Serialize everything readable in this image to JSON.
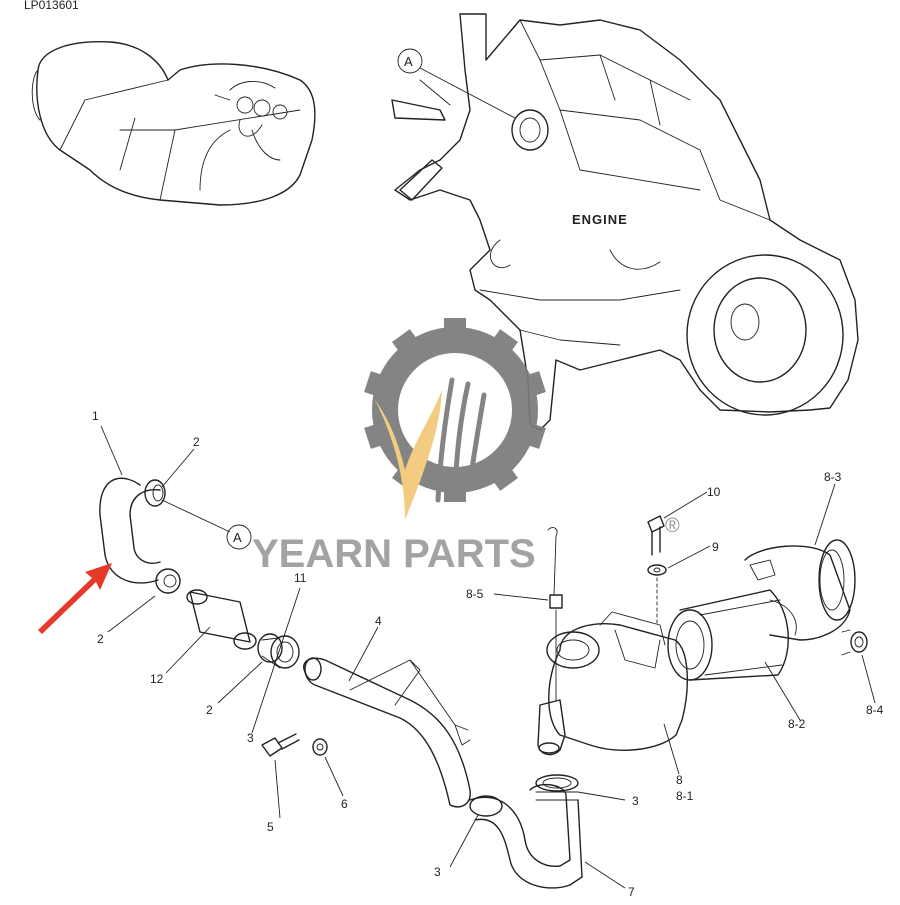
{
  "drawing_code": "LP013601",
  "engine_label": "ENGINE",
  "reference_marker": "A",
  "watermark": {
    "brand": "YEARN PARTS",
    "registered_mark": "®",
    "gear_color": "#7a7a7a",
    "leaf_color": "#f2c877"
  },
  "highlight_arrow_color": "#e5392a",
  "callouts": [
    {
      "id": "1",
      "label": "1"
    },
    {
      "id": "2a",
      "label": "2"
    },
    {
      "id": "2b",
      "label": "2"
    },
    {
      "id": "2c",
      "label": "2"
    },
    {
      "id": "3a",
      "label": "3"
    },
    {
      "id": "3b",
      "label": "3"
    },
    {
      "id": "3c",
      "label": "3"
    },
    {
      "id": "4",
      "label": "4"
    },
    {
      "id": "5",
      "label": "5"
    },
    {
      "id": "6",
      "label": "6"
    },
    {
      "id": "7",
      "label": "7"
    },
    {
      "id": "8",
      "label": "8"
    },
    {
      "id": "8-1",
      "label": "8-1"
    },
    {
      "id": "8-2",
      "label": "8-2"
    },
    {
      "id": "8-3",
      "label": "8-3"
    },
    {
      "id": "8-4",
      "label": "8-4"
    },
    {
      "id": "8-5",
      "label": "8-5"
    },
    {
      "id": "9",
      "label": "9"
    },
    {
      "id": "10",
      "label": "10"
    },
    {
      "id": "11",
      "label": "11"
    },
    {
      "id": "12",
      "label": "12"
    }
  ]
}
